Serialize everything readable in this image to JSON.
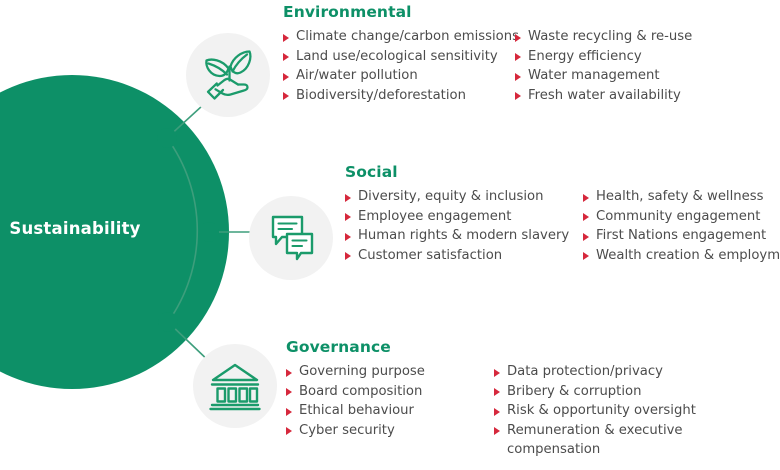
{
  "hub": {
    "label": "Sustainability",
    "color": "#0d9067"
  },
  "theme": {
    "brand_green": "#0d9067",
    "bullet_red": "#d6283c",
    "text_gray": "#4c4c4c",
    "disc_gray": "#f2f2f2"
  },
  "pillars": [
    {
      "title": "Environmental",
      "icon": "plant-in-hand-icon",
      "columns": [
        [
          "Climate change/carbon emissions",
          "Land use/ecological sensitivity",
          "Air/water pollution",
          "Biodiversity/deforestation"
        ],
        [
          "Waste recycling & re-use",
          "Energy efficiency",
          "Water management",
          "Fresh water availability"
        ]
      ]
    },
    {
      "title": "Social",
      "icon": "speech-bubbles-icon",
      "columns": [
        [
          "Diversity, equity & inclusion",
          "Employee engagement",
          "Human rights & modern slavery",
          "Customer satisfaction"
        ],
        [
          "Health, safety & wellness",
          "Community engagement",
          "First Nations engagement",
          "Wealth creation & employment"
        ]
      ]
    },
    {
      "title": "Governance",
      "icon": "institution-building-icon",
      "columns": [
        [
          "Governing purpose",
          "Board composition",
          "Ethical behaviour",
          "Cyber security"
        ],
        [
          "Data protection/privacy",
          "Bribery & corruption",
          "Risk & opportunity oversight",
          "Remuneration & executive compensation"
        ]
      ]
    }
  ]
}
